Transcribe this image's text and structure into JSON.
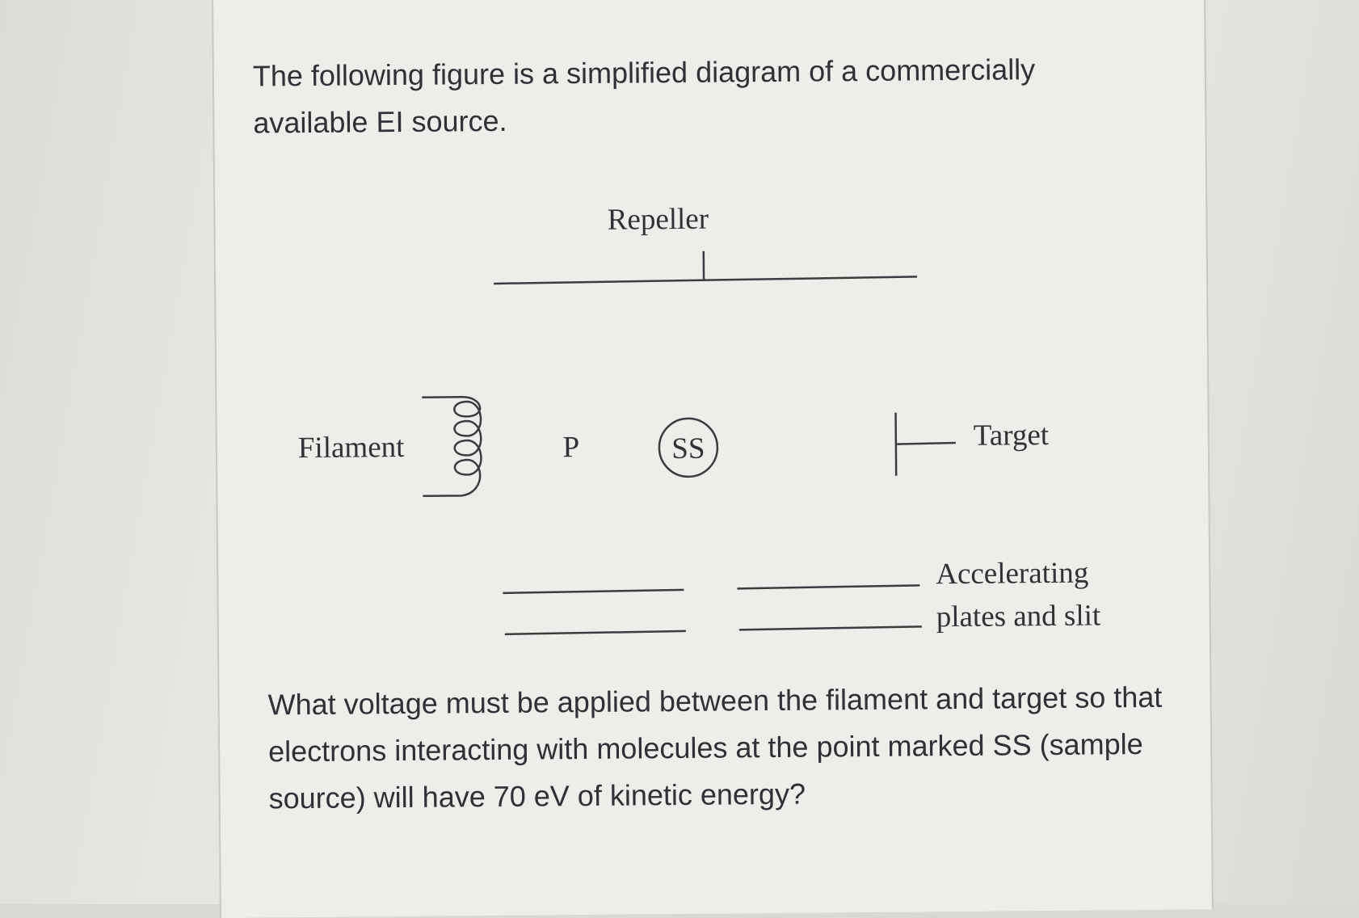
{
  "question": {
    "intro": "The following figure is a simplified diagram of a commercially available EI source.",
    "body": "What voltage must be applied between the filament and target so that electrons interacting with molecules at the point marked SS (sample source) will have 70 eV of kinetic energy?"
  },
  "diagram": {
    "repeller_label": "Repeller",
    "filament_label": "Filament",
    "p_label": "P",
    "ss_label": "SS",
    "target_label": "Target",
    "plates_label_line1": "Accelerating",
    "plates_label_line2": "plates and slit"
  }
}
